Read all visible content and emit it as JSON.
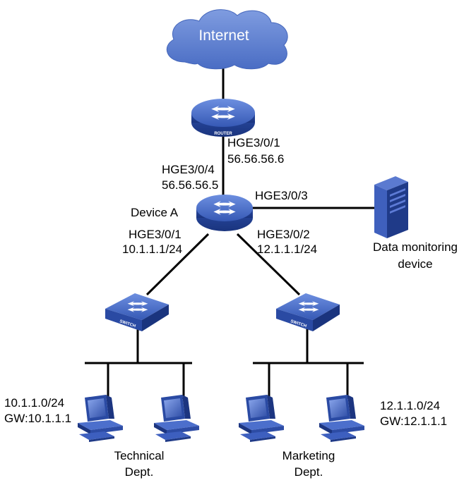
{
  "diagram": {
    "cloud": {
      "label": "Internet"
    },
    "router": {
      "tag": "ROUTER",
      "port": "HGE3/0/1",
      "ip": "56.56.56.6"
    },
    "device_a": {
      "name": "Device A",
      "uplink_port": "HGE3/0/4",
      "uplink_ip": "56.56.56.5",
      "monitor_port": "HGE3/0/3",
      "left_port": "HGE3/0/1",
      "left_ip": "10.1.1.1/24",
      "right_port": "HGE3/0/2",
      "right_ip": "12.1.1.1/24"
    },
    "monitor": {
      "line1": "Data monitoring",
      "line2": "device"
    },
    "switch_tag": "SWITCH",
    "technical": {
      "subnet": "10.1.1.0/24",
      "gateway": "GW:10.1.1.1",
      "dept_line1": "Technical",
      "dept_line2": "Dept."
    },
    "marketing": {
      "subnet": "12.1.1.0/24",
      "gateway": "GW:12.1.1.1",
      "dept_line1": "Marketing",
      "dept_line2": "Dept."
    }
  },
  "colors": {
    "device_blue": "#3a5fb8",
    "device_dark": "#1e3c88",
    "cloud_blue": "#5c7fd1",
    "line": "#000000"
  }
}
